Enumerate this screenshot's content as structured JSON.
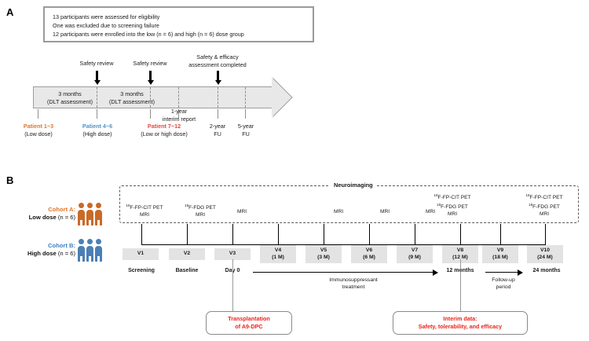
{
  "figure": {
    "panel_a": {
      "letter": "A",
      "enrollment_box": [
        "13 participants were assessed for eligibility",
        "One was excluded due to screening failure",
        "12 participants were enrolled into the low (n = 6) and high (n = 6) dose group"
      ],
      "review_markers": [
        {
          "label": "Safety review"
        },
        {
          "label": "Safety review"
        },
        {
          "label": "Safety & efficacy\nassessment completed",
          "line1": "Safety & efficacy",
          "line2": "assessment completed"
        }
      ],
      "band_segments": [
        {
          "line1": "3 months",
          "line2": "(DLT assessment)"
        },
        {
          "line1": "3 months",
          "line2": "(DLT assessment)"
        }
      ],
      "interim_note": {
        "line1": "1-year",
        "line2": "interim report"
      },
      "footer_labels": [
        {
          "title": "Patient 1~3",
          "sub": "(Low dose)",
          "color": "#E0762B"
        },
        {
          "title": "Patient 4~6",
          "sub": "(High dose)",
          "color": "#4F93CE"
        },
        {
          "title": "Patient 7~12",
          "sub": "(Low or high dose)",
          "color": "#E8463C"
        },
        {
          "title": "2-year",
          "sub": "FU",
          "color": "#1a1a1a"
        },
        {
          "title": "5-year",
          "sub": "FU",
          "color": "#1a1a1a"
        }
      ]
    },
    "panel_b": {
      "letter": "B",
      "cohorts": [
        {
          "name": "Cohort A:",
          "dose": "Low dose",
          "n": "(n = 6)",
          "color": "#E0762B"
        },
        {
          "name": "Cohort B:",
          "dose": "High dose",
          "n": "(n = 6)",
          "color": "#3F7FBF"
        }
      ],
      "neuroimaging_title": "Neuroimaging",
      "imaging_labels": [
        {
          "lines": [
            "18F-FP-CIT PET",
            "MRI"
          ],
          "sup": "18"
        },
        {
          "lines": [
            "18F-FDG PET",
            "MRI"
          ],
          "sup": "18"
        },
        {
          "lines": [
            "MRI"
          ]
        },
        {
          "lines": [
            "MRI"
          ]
        },
        {
          "lines": [
            "MRI"
          ]
        },
        {
          "lines": [
            "MRI"
          ]
        },
        {
          "lines": [
            "18F-FP-CIT PET",
            "18F-FDG PET",
            "MRI"
          ],
          "sup": "18"
        },
        {
          "lines": [
            "18F-FP-CIT PET",
            "18F-FDG PET",
            "MRI"
          ],
          "sup": "18"
        }
      ],
      "visits": [
        {
          "id": "V1",
          "time": ""
        },
        {
          "id": "V2",
          "time": ""
        },
        {
          "id": "V3",
          "time": ""
        },
        {
          "id": "V4",
          "time": "(1 M)"
        },
        {
          "id": "V5",
          "time": "(3 M)"
        },
        {
          "id": "V6",
          "time": "(6 M)"
        },
        {
          "id": "V7",
          "time": "(9 M)"
        },
        {
          "id": "V8",
          "time": "(12 M)"
        },
        {
          "id": "V9",
          "time": "(18 M)"
        },
        {
          "id": "V10",
          "time": "(24 M)"
        }
      ],
      "visit_captions": [
        {
          "text": "Screening"
        },
        {
          "text": "Baseline"
        },
        {
          "text": "Day 0"
        },
        {
          "text": "12 months"
        },
        {
          "text": "24 months"
        }
      ],
      "periods": [
        {
          "line1": "Immunosuppressant",
          "line2": "treatment"
        },
        {
          "line1": "Follow-up",
          "line2": "period"
        }
      ],
      "callouts": [
        {
          "line1": "Transplantation",
          "line2": "of A9-DPC",
          "color": "#E8251B"
        },
        {
          "line1": "Interim data:",
          "line2": "Safety, tolerability, and efficacy",
          "color": "#E8251B"
        }
      ]
    }
  }
}
